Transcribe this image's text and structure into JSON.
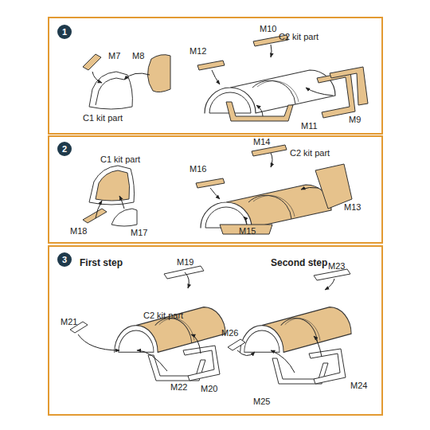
{
  "diagram": {
    "nodes": [
      {
        "text": [
          "1"
        ]
      },
      {
        "text": [
          "2"
        ]
      },
      {
        "text": [
          "3"
        ]
      }
    ],
    "labels": [
      "M7",
      "M8",
      "C1 kit part",
      "M10",
      "M12",
      "C2 kit part",
      "M9",
      "M11",
      "C1 kit part",
      "M14",
      "M16",
      "C2 kit part",
      "M13",
      "M18",
      "M17",
      "M15",
      "First step",
      "M19",
      "C2 kit part",
      "M21",
      "M22",
      "M20",
      "Second step",
      "M23",
      "M26",
      "M25",
      "M24"
    ]
  }
}
